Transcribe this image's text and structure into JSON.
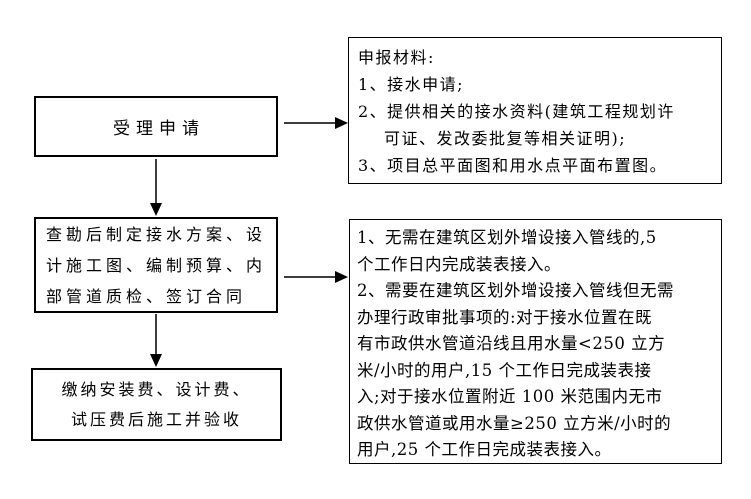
{
  "colors": {
    "background": "#ffffff",
    "text": "#000000",
    "box_border": "#000000",
    "arrow_shaft": "#3d3d3d",
    "arrow_head": "#000000"
  },
  "nodes": {
    "step1": {
      "lines": [
        "受理申请"
      ]
    },
    "materials": {
      "lines": [
        "申报材料:",
        "1、接水申请;",
        "2、提供相关的接水资料(建筑工程规划许",
        "可证、发改委批复等相关证明);",
        "3、项目总平面图和用水点平面布置图。"
      ]
    },
    "step2": {
      "lines": [
        "查勘后制定接水方案、设",
        "计施工图、编制预算、内",
        "部管道质检、签订合同"
      ]
    },
    "timelines": {
      "lines": [
        "1、无需在建筑区划外增设接入管线的,5",
        "个工作日内完成装表接入。",
        "2、需要在建筑区划外增设接入管线但无需",
        "办理行政审批事项的:对于接水位置在既",
        "有市政供水管道沿线且用水量<250 立方",
        "米/小时的用户,15 个工作日完成装表接",
        "入;对于接水位置附近 100 米范围内无市",
        "政供水管道或用水量≥250 立方米/小时的",
        "用户,25 个工作日完成装表接入。"
      ]
    },
    "step3": {
      "lines": [
        "缴纳安装费、设计费、",
        "试压费后施工并验收"
      ]
    }
  }
}
